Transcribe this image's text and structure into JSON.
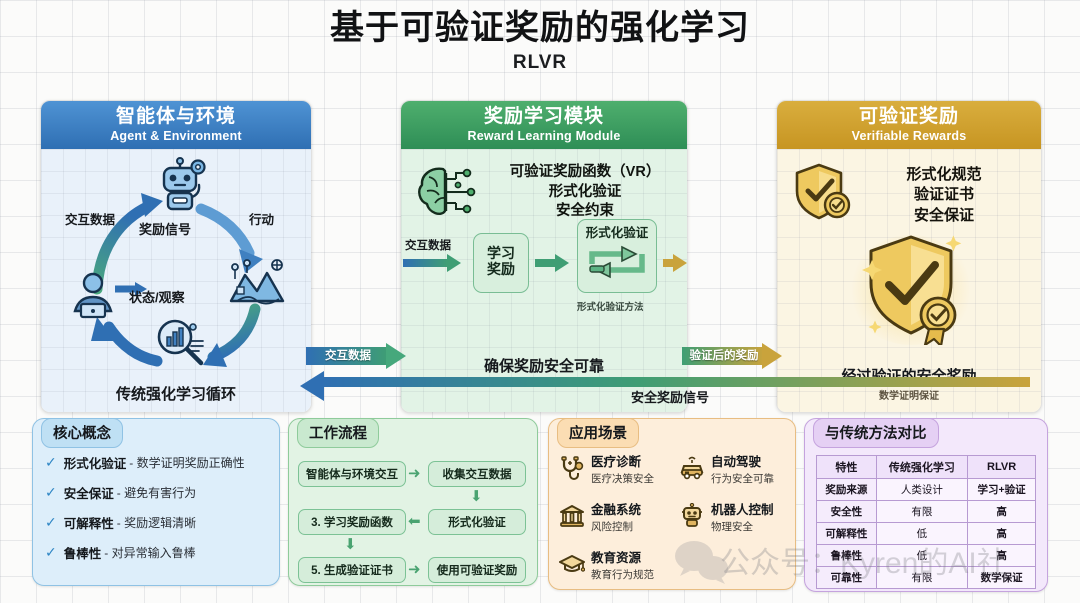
{
  "title": {
    "cn": "基于可验证奖励的强化学习",
    "en": "RLVR"
  },
  "panels": [
    {
      "id": "agent-environment",
      "head_cn": "智能体与环境",
      "head_en": "Agent & Environment",
      "labels": {
        "interaction": "交互数据",
        "action": "行动",
        "reward": "奖励信号",
        "state": "状态/观察"
      },
      "caption": "传统强化学习循环"
    },
    {
      "id": "reward-learning-module",
      "head_cn": "奖励学习模块",
      "head_en": "Reward Learning Module",
      "headline": [
        "可验证奖励函数（VR）",
        "形式化验证",
        "安全约束"
      ],
      "flow_in_label": "交互数据",
      "box1": "学习\n奖励",
      "box1_l1": "学习",
      "box1_l2": "奖励",
      "box2": "形式化验证",
      "box2_caption": "形式化验证方法",
      "caption": "确保奖励安全可靠"
    },
    {
      "id": "verifiable-rewards",
      "head_cn": "可验证奖励",
      "head_en": "Verifiable Rewards",
      "headline": [
        "形式化规范",
        "验证证书",
        "安全保证"
      ],
      "caption": "经过验证的安全奖励",
      "subcaption": "数学证明保证"
    }
  ],
  "connectors": {
    "left_to_mid": "交互数据",
    "mid_to_right": "验证后的奖励",
    "return": "安全奖励信号"
  },
  "cards": {
    "concepts": {
      "title": "核心概念",
      "items": [
        {
          "key": "形式化验证",
          "desc": "- 数学证明奖励正确性"
        },
        {
          "key": "安全保证",
          "desc": "- 避免有害行为"
        },
        {
          "key": "可解释性",
          "desc": "- 奖励逻辑清晰"
        },
        {
          "key": "鲁棒性",
          "desc": "- 对异常输入鲁棒"
        }
      ]
    },
    "workflow": {
      "title": "工作流程",
      "steps": [
        "智能体与环境交互",
        "收集交互数据",
        "3. 学习奖励函数",
        "形式化验证",
        "5. 生成验证证书",
        "使用可验证奖励"
      ]
    },
    "applications": {
      "title": "应用场景",
      "items": [
        {
          "icon": "stethoscope-icon",
          "name": "医疗诊断",
          "sub": "医疗决策安全"
        },
        {
          "icon": "car-icon",
          "name": "自动驾驶",
          "sub": "行为安全可靠"
        },
        {
          "icon": "bank-icon",
          "name": "金融系统",
          "sub": "风险控制"
        },
        {
          "icon": "robot-icon",
          "name": "机器人控制",
          "sub": "物理安全"
        },
        {
          "icon": "graduation-cap-icon",
          "name": "教育资源",
          "sub": "教育行为规范"
        }
      ]
    },
    "comparison": {
      "title": "与传统方法对比",
      "headers": [
        "特性",
        "传统强化学习",
        "RLVR"
      ],
      "rows": [
        [
          "奖励来源",
          "人类设计",
          "学习+验证"
        ],
        [
          "安全性",
          "有限",
          "高"
        ],
        [
          "可解释性",
          "低",
          "高"
        ],
        [
          "鲁棒性",
          "低",
          "高"
        ],
        [
          "可靠性",
          "有限",
          "数学保证"
        ]
      ]
    }
  },
  "watermark": "公众号：Kyren的AI社",
  "colors": {
    "blue": "#2f6fb3",
    "green": "#3f9e74",
    "gold": "#c9a33c",
    "purple": "#a97fd0"
  }
}
